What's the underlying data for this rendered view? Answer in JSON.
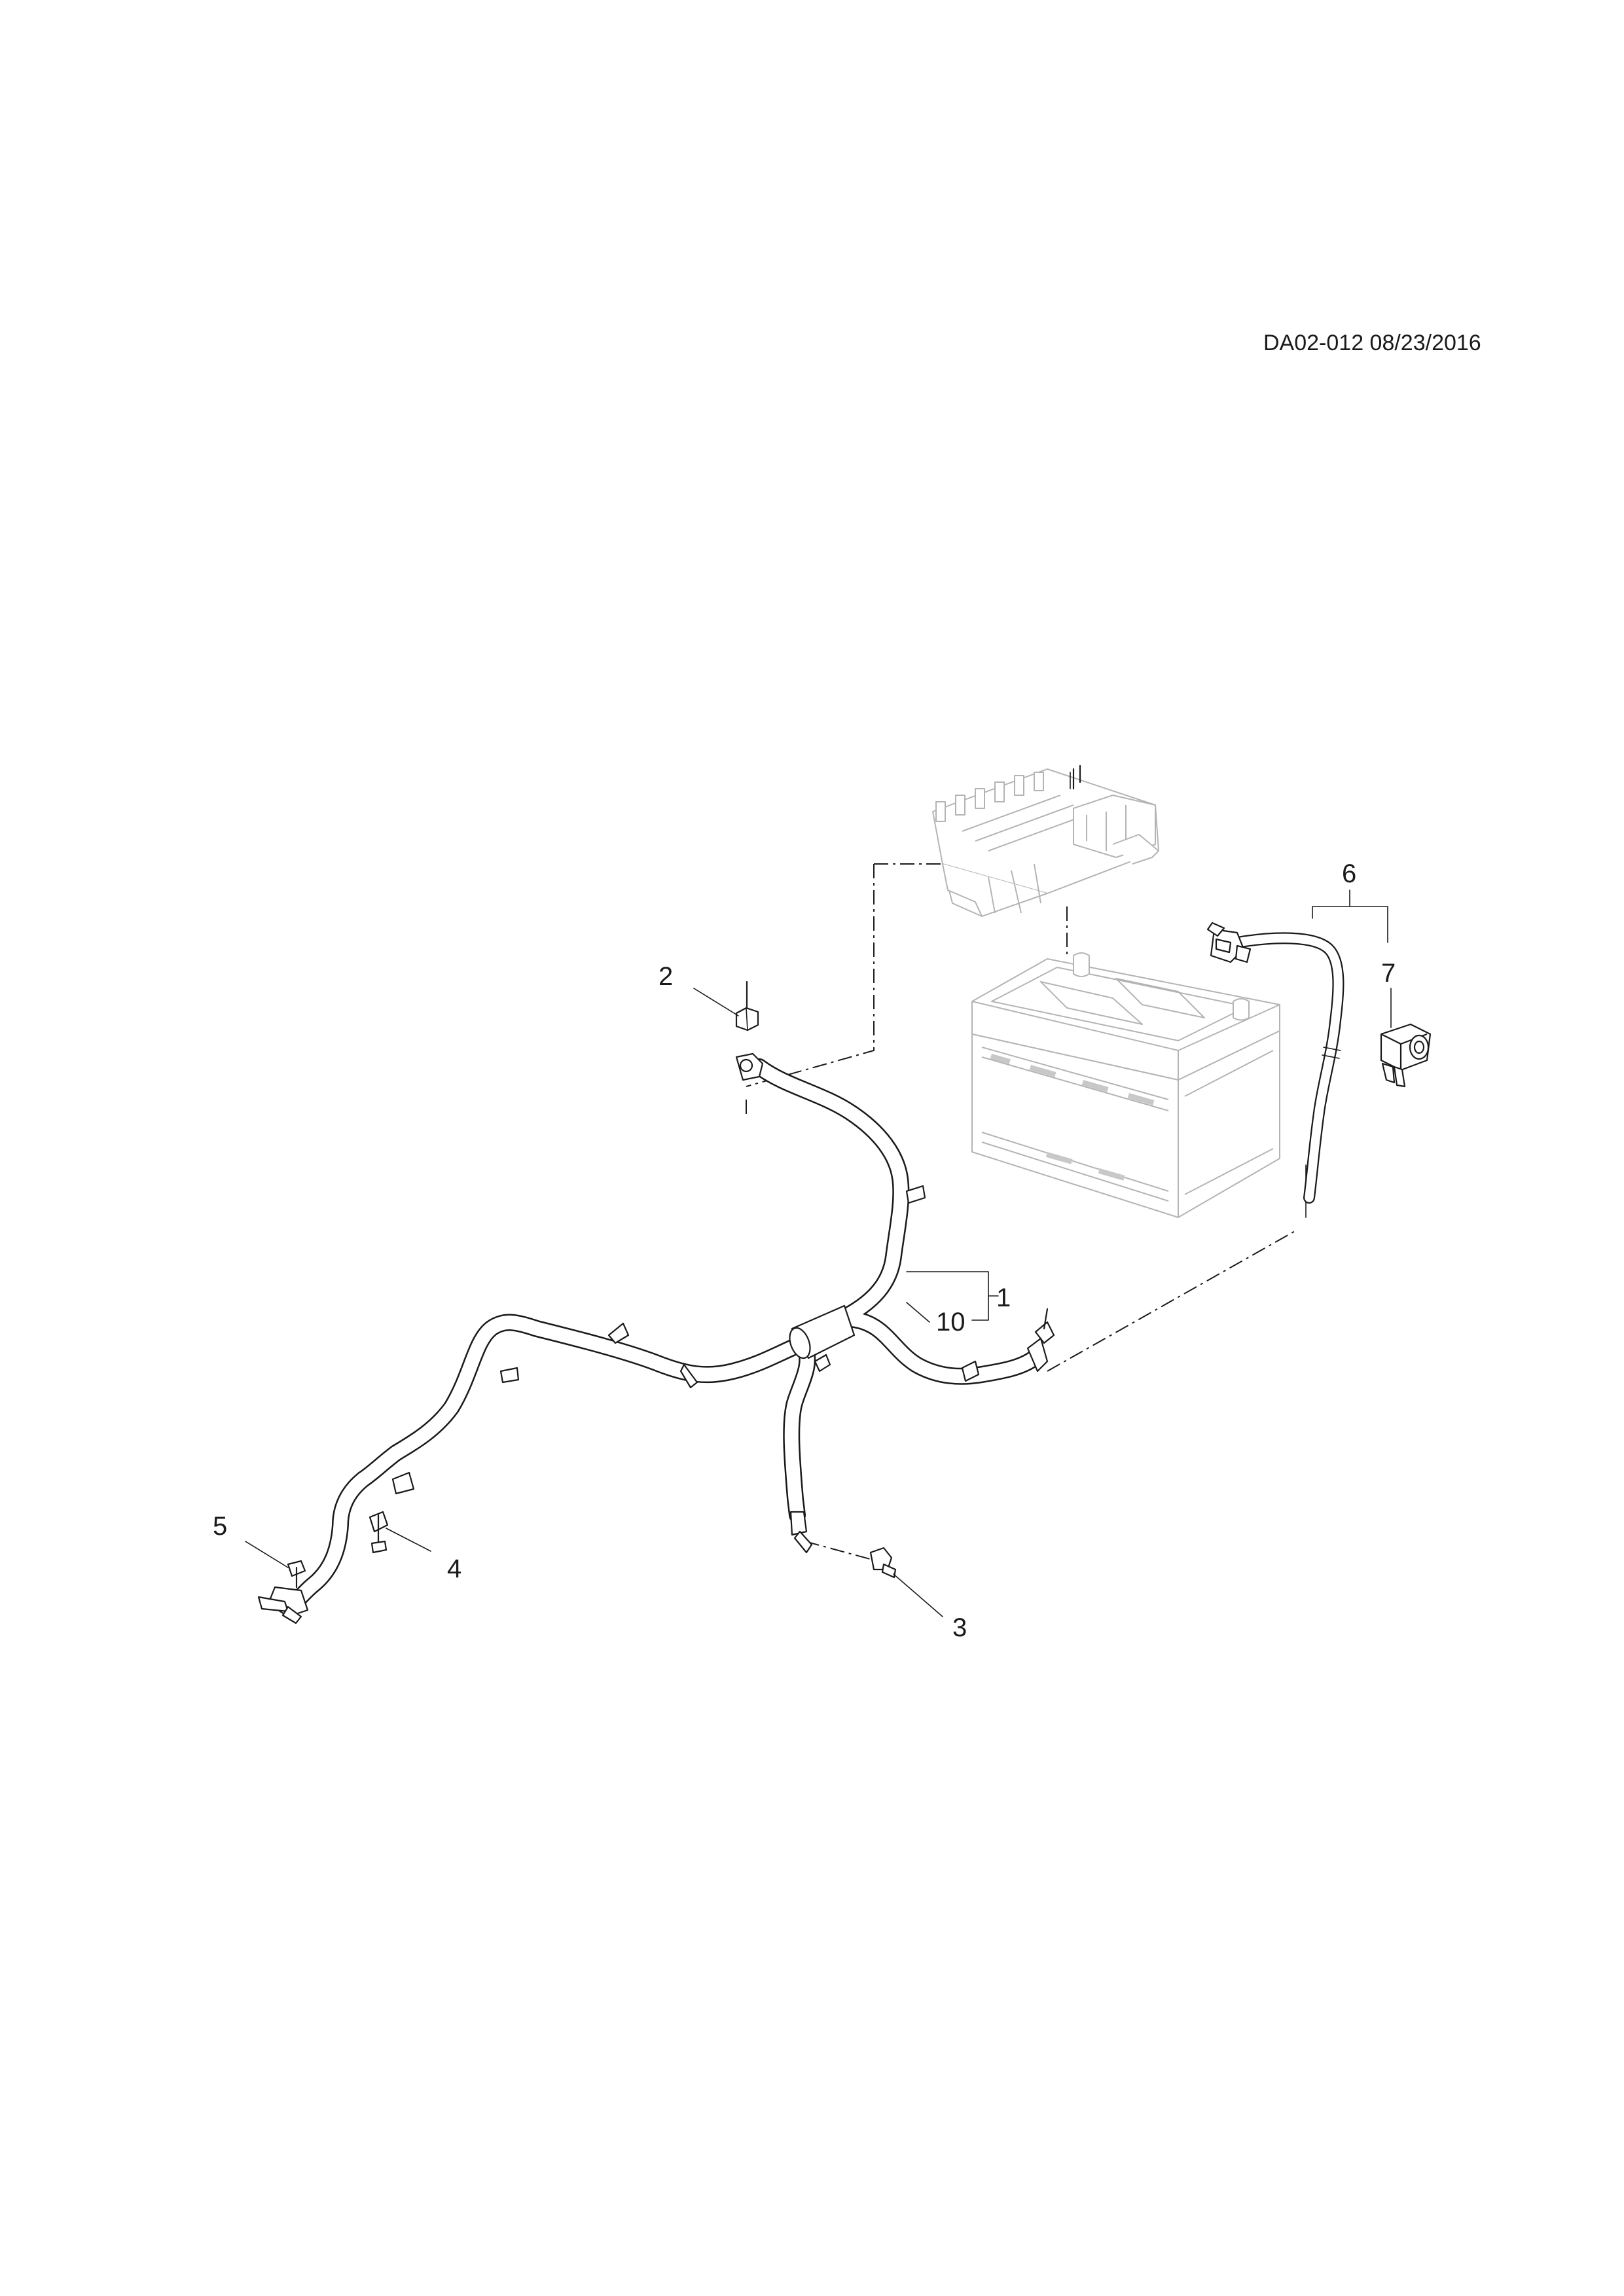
{
  "document": {
    "id_and_date": "DA02-012 08/23/2016"
  },
  "callouts": [
    {
      "id": "callout-1",
      "label": "1"
    },
    {
      "id": "callout-2",
      "label": "2"
    },
    {
      "id": "callout-3",
      "label": "3"
    },
    {
      "id": "callout-4",
      "label": "4"
    },
    {
      "id": "callout-5",
      "label": "5"
    },
    {
      "id": "callout-6",
      "label": "6"
    },
    {
      "id": "callout-7",
      "label": "7"
    },
    {
      "id": "callout-10",
      "label": "10"
    }
  ],
  "style": {
    "line_color": "#1a1a1a",
    "ghost_color": "#b4b4b4",
    "background": "#ffffff"
  }
}
